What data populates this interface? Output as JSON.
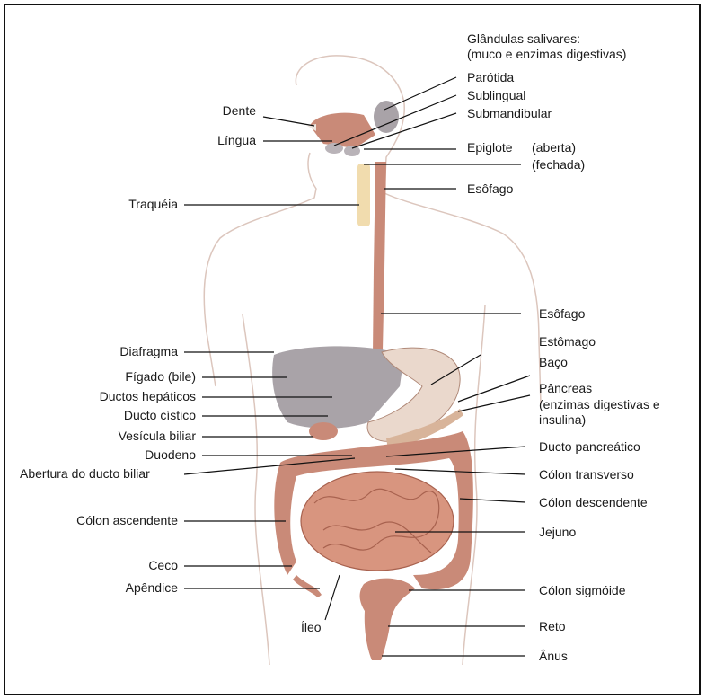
{
  "labels": {
    "glandulas_title": "Glândulas salivares:",
    "glandulas_sub": "(muco e enzimas digestivas)",
    "parotida": "Parótida",
    "sublingual": "Sublingual",
    "submandibular": "Submandibular",
    "epiglote": "Epiglote",
    "aberta": "(aberta)",
    "fechada": "(fechada)",
    "esofago_top": "Esôfago",
    "esofago_mid": "Esôfago",
    "estomago": "Estômago",
    "baco": "Baço",
    "pancreas_1": "Pâncreas",
    "pancreas_2": "(enzimas digestivas e",
    "pancreas_3": "insulina)",
    "ducto_pancreatico": "Ducto pancreático",
    "colon_transverso": "Cólon transverso",
    "colon_descendente": "Cólon descendente",
    "jejuno": "Jejuno",
    "colon_sigmoide": "Cólon sigmóide",
    "reto": "Reto",
    "anus": "Ânus",
    "dente": "Dente",
    "lingua": "Língua",
    "traqueia": "Traquéia",
    "diafragma": "Diafragma",
    "figado": "Fígado (bile)",
    "ductos_hepaticos": "Ductos hepáticos",
    "ducto_cistico": "Ducto cístico",
    "vesicula_biliar": "Vesícula biliar",
    "duodeno": "Duodeno",
    "abertura_ducto": "Abertura do ducto biliar",
    "colon_ascendente": "Cólon ascendente",
    "ceco": "Ceco",
    "apendice": "Apêndice",
    "ileo": "Íleo"
  },
  "colors": {
    "organ": "#c98a78",
    "organ_dark": "#a8624f",
    "liver": "#a9a3a8",
    "stomach": "#ead8cc",
    "outline": "#d9c2b8",
    "leader": "#111111"
  }
}
